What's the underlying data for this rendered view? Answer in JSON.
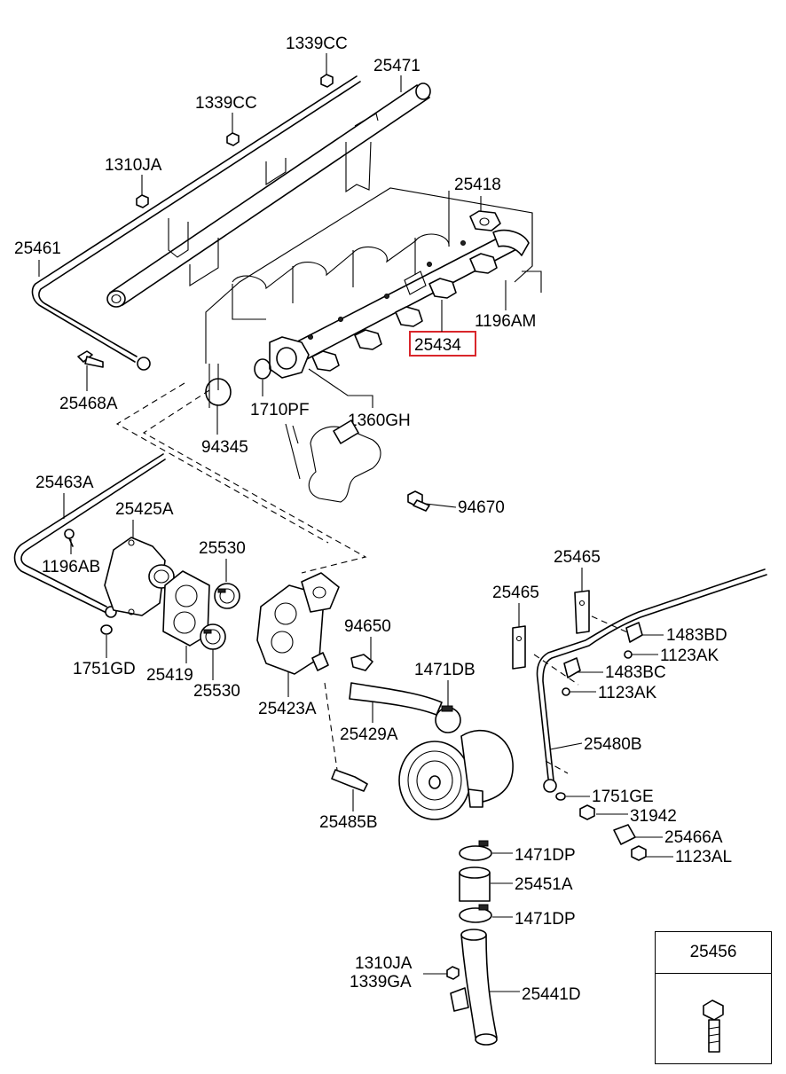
{
  "labels": [
    {
      "id": "1339CC-top",
      "text": "1339CC"
    },
    {
      "id": "25471",
      "text": "25471"
    },
    {
      "id": "1339CC-mid",
      "text": "1339CC"
    },
    {
      "id": "1310JA-top",
      "text": "1310JA"
    },
    {
      "id": "25418",
      "text": "25418"
    },
    {
      "id": "25461",
      "text": "25461"
    },
    {
      "id": "1196AM",
      "text": "1196AM"
    },
    {
      "id": "25434",
      "text": "25434",
      "highlighted": true
    },
    {
      "id": "25468A",
      "text": "25468A"
    },
    {
      "id": "1710PF",
      "text": "1710PF"
    },
    {
      "id": "1360GH",
      "text": "1360GH"
    },
    {
      "id": "94345",
      "text": "94345"
    },
    {
      "id": "25463A",
      "text": "25463A"
    },
    {
      "id": "25425A",
      "text": "25425A"
    },
    {
      "id": "94670",
      "text": "94670"
    },
    {
      "id": "25530-top",
      "text": "25530"
    },
    {
      "id": "25465-right",
      "text": "25465"
    },
    {
      "id": "1196AB",
      "text": "1196AB"
    },
    {
      "id": "25465-left",
      "text": "25465"
    },
    {
      "id": "1483BD",
      "text": "1483BD"
    },
    {
      "id": "94650",
      "text": "94650"
    },
    {
      "id": "1123AK-top",
      "text": "1123AK"
    },
    {
      "id": "1751GD",
      "text": "1751GD"
    },
    {
      "id": "25419",
      "text": "25419"
    },
    {
      "id": "1471DB",
      "text": "1471DB"
    },
    {
      "id": "1483BC",
      "text": "1483BC"
    },
    {
      "id": "25530-bottom",
      "text": "25530"
    },
    {
      "id": "1123AK-bottom",
      "text": "1123AK"
    },
    {
      "id": "25423A",
      "text": "25423A"
    },
    {
      "id": "25429A",
      "text": "25429A"
    },
    {
      "id": "25480B",
      "text": "25480B"
    },
    {
      "id": "1751GE",
      "text": "1751GE"
    },
    {
      "id": "31942",
      "text": "31942"
    },
    {
      "id": "25485B",
      "text": "25485B"
    },
    {
      "id": "25466A",
      "text": "25466A"
    },
    {
      "id": "1471DP-top",
      "text": "1471DP"
    },
    {
      "id": "1123AL",
      "text": "1123AL"
    },
    {
      "id": "25451A",
      "text": "25451A"
    },
    {
      "id": "1471DP-bottom",
      "text": "1471DP"
    },
    {
      "id": "1310JA-bottom",
      "text": "1310JA"
    },
    {
      "id": "1339GA",
      "text": "1339GA"
    },
    {
      "id": "25441D",
      "text": "25441D"
    }
  ],
  "inset": {
    "title": "25456"
  },
  "colors": {
    "highlight": "#d9262b",
    "line": "#000000"
  }
}
